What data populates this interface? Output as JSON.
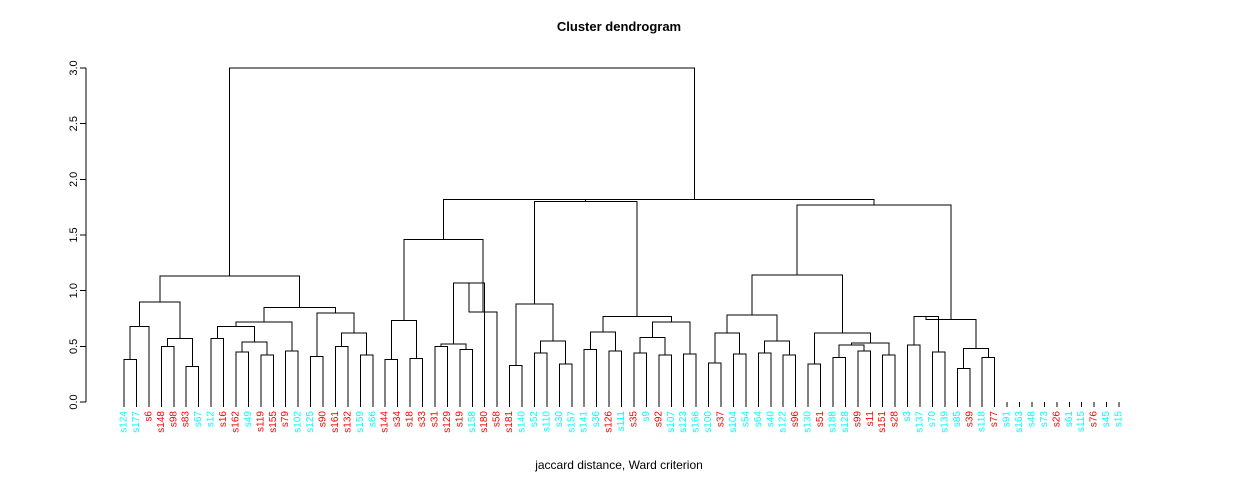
{
  "title": "Cluster dendrogram",
  "xlabel": "jaccard distance, Ward criterion",
  "colors": {
    "group_cyan": "#00FFFF",
    "group_red": "#FF0000",
    "lines": "#000000",
    "background": "#FFFFFF"
  },
  "chart_data": {
    "type": "dendrogram",
    "title": "Cluster dendrogram",
    "xlabel": "jaccard distance, Ward criterion",
    "ylabel": "",
    "ylim": [
      0.0,
      3.0
    ],
    "yticks": [
      "0.0",
      "0.5",
      "1.0",
      "1.5",
      "2.0",
      "2.5",
      "3.0"
    ],
    "ytick_values": [
      0.0,
      0.5,
      1.0,
      1.5,
      2.0,
      2.5,
      3.0
    ],
    "grid": false,
    "legend": "none",
    "linkage": "ward",
    "distance": "jaccard",
    "n_leaves": 81,
    "leaves": [
      {
        "label": "s124",
        "color": "#00FFFF"
      },
      {
        "label": "s177",
        "color": "#00FFFF"
      },
      {
        "label": "s6",
        "color": "#FF0000"
      },
      {
        "label": "s148",
        "color": "#FF0000"
      },
      {
        "label": "s98",
        "color": "#FF0000"
      },
      {
        "label": "s83",
        "color": "#FF0000"
      },
      {
        "label": "s67",
        "color": "#00FFFF"
      },
      {
        "label": "s12",
        "color": "#00FFFF"
      },
      {
        "label": "s16",
        "color": "#FF0000"
      },
      {
        "label": "s162",
        "color": "#FF0000"
      },
      {
        "label": "s49",
        "color": "#00FFFF"
      },
      {
        "label": "s119",
        "color": "#FF0000"
      },
      {
        "label": "s155",
        "color": "#FF0000"
      },
      {
        "label": "s79",
        "color": "#FF0000"
      },
      {
        "label": "s102",
        "color": "#00FFFF"
      },
      {
        "label": "s125",
        "color": "#00FFFF"
      },
      {
        "label": "s90",
        "color": "#FF0000"
      },
      {
        "label": "s161",
        "color": "#FF0000"
      },
      {
        "label": "s132",
        "color": "#FF0000"
      },
      {
        "label": "s159",
        "color": "#00FFFF"
      },
      {
        "label": "s66",
        "color": "#00FFFF"
      },
      {
        "label": "s144",
        "color": "#FF0000"
      },
      {
        "label": "s34",
        "color": "#FF0000"
      },
      {
        "label": "s18",
        "color": "#FF0000"
      },
      {
        "label": "s33",
        "color": "#FF0000"
      },
      {
        "label": "s31",
        "color": "#FF0000"
      },
      {
        "label": "s129",
        "color": "#FF0000"
      },
      {
        "label": "s19",
        "color": "#FF0000"
      },
      {
        "label": "s158",
        "color": "#00FFFF"
      },
      {
        "label": "s180",
        "color": "#FF0000"
      },
      {
        "label": "s58",
        "color": "#FF0000"
      },
      {
        "label": "s181",
        "color": "#FF0000"
      },
      {
        "label": "s140",
        "color": "#00FFFF"
      },
      {
        "label": "s52",
        "color": "#00FFFF"
      },
      {
        "label": "s110",
        "color": "#00FFFF"
      },
      {
        "label": "s30",
        "color": "#00FFFF"
      },
      {
        "label": "s157",
        "color": "#00FFFF"
      },
      {
        "label": "s141",
        "color": "#00FFFF"
      },
      {
        "label": "s36",
        "color": "#00FFFF"
      },
      {
        "label": "s126",
        "color": "#FF0000"
      },
      {
        "label": "s111",
        "color": "#00FFFF"
      },
      {
        "label": "s35",
        "color": "#FF0000"
      },
      {
        "label": "s9",
        "color": "#00FFFF"
      },
      {
        "label": "s92",
        "color": "#FF0000"
      },
      {
        "label": "s107",
        "color": "#00FFFF"
      },
      {
        "label": "s123",
        "color": "#00FFFF"
      },
      {
        "label": "s166",
        "color": "#00FFFF"
      },
      {
        "label": "s100",
        "color": "#00FFFF"
      },
      {
        "label": "s37",
        "color": "#FF0000"
      },
      {
        "label": "s104",
        "color": "#00FFFF"
      },
      {
        "label": "s54",
        "color": "#00FFFF"
      },
      {
        "label": "s64",
        "color": "#00FFFF"
      },
      {
        "label": "s40",
        "color": "#00FFFF"
      },
      {
        "label": "s122",
        "color": "#00FFFF"
      },
      {
        "label": "s96",
        "color": "#FF0000"
      },
      {
        "label": "s130",
        "color": "#00FFFF"
      },
      {
        "label": "s51",
        "color": "#FF0000"
      },
      {
        "label": "s188",
        "color": "#00FFFF"
      },
      {
        "label": "s128",
        "color": "#00FFFF"
      },
      {
        "label": "s99",
        "color": "#FF0000"
      },
      {
        "label": "s11",
        "color": "#FF0000"
      },
      {
        "label": "s151",
        "color": "#FF0000"
      },
      {
        "label": "s28",
        "color": "#FF0000"
      },
      {
        "label": "s3",
        "color": "#00FFFF"
      },
      {
        "label": "s137",
        "color": "#00FFFF"
      },
      {
        "label": "s70",
        "color": "#00FFFF"
      },
      {
        "label": "s139",
        "color": "#00FFFF"
      },
      {
        "label": "s85",
        "color": "#00FFFF"
      },
      {
        "label": "s39",
        "color": "#FF0000"
      },
      {
        "label": "s118",
        "color": "#00FFFF"
      },
      {
        "label": "s77",
        "color": "#FF0000"
      },
      {
        "label": "s91",
        "color": "#00FFFF"
      },
      {
        "label": "s163",
        "color": "#00FFFF"
      },
      {
        "label": "s48",
        "color": "#00FFFF"
      },
      {
        "label": "s73",
        "color": "#00FFFF"
      },
      {
        "label": "s26",
        "color": "#FF0000"
      },
      {
        "label": "s61",
        "color": "#00FFFF"
      },
      {
        "label": "s115",
        "color": "#00FFFF"
      },
      {
        "label": "s76",
        "color": "#FF0000"
      },
      {
        "label": "s45",
        "color": "#00FFFF"
      },
      {
        "label": "s15",
        "color": "#00FFFF"
      }
    ],
    "merges": [
      {
        "id": "m1",
        "left": {
          "leaf": 0
        },
        "right": {
          "leaf": 1
        },
        "height": 0.38
      },
      {
        "id": "m2",
        "left": {
          "node": "m1"
        },
        "right": {
          "leaf": 2
        },
        "height": 0.68
      },
      {
        "id": "m3",
        "left": {
          "leaf": 3
        },
        "right": {
          "leaf": 4
        },
        "height": 0.5
      },
      {
        "id": "m4",
        "left": {
          "leaf": 5
        },
        "right": {
          "leaf": 6
        },
        "height": 0.32
      },
      {
        "id": "m5",
        "left": {
          "node": "m3"
        },
        "right": {
          "node": "m4"
        },
        "height": 0.57
      },
      {
        "id": "m6",
        "left": {
          "node": "m2"
        },
        "right": {
          "node": "m5"
        },
        "height": 0.9
      },
      {
        "id": "m7",
        "left": {
          "leaf": 7
        },
        "right": {
          "leaf": 8
        },
        "height": 0.57
      },
      {
        "id": "m8",
        "left": {
          "leaf": 9
        },
        "right": {
          "leaf": 10
        },
        "height": 0.45
      },
      {
        "id": "m9",
        "left": {
          "leaf": 11
        },
        "right": {
          "leaf": 12
        },
        "height": 0.42
      },
      {
        "id": "m10",
        "left": {
          "node": "m8"
        },
        "right": {
          "node": "m9"
        },
        "height": 0.54
      },
      {
        "id": "m11",
        "left": {
          "node": "m7"
        },
        "right": {
          "node": "m10"
        },
        "height": 0.68
      },
      {
        "id": "m12",
        "left": {
          "leaf": 13
        },
        "right": {
          "leaf": 14
        },
        "height": 0.46
      },
      {
        "id": "m13",
        "left": {
          "node": "m11"
        },
        "right": {
          "node": "m12"
        },
        "height": 0.72
      },
      {
        "id": "m14",
        "left": {
          "leaf": 15
        },
        "right": {
          "leaf": 16
        },
        "height": 0.41
      },
      {
        "id": "m15",
        "left": {
          "leaf": 17
        },
        "right": {
          "leaf": 18
        },
        "height": 0.5
      },
      {
        "id": "m16",
        "left": {
          "leaf": 19
        },
        "right": {
          "leaf": 20
        },
        "height": 0.42
      },
      {
        "id": "m17",
        "left": {
          "node": "m15"
        },
        "right": {
          "node": "m16"
        },
        "height": 0.62
      },
      {
        "id": "m18",
        "left": {
          "node": "m14"
        },
        "right": {
          "node": "m17"
        },
        "height": 0.8
      },
      {
        "id": "m19",
        "left": {
          "node": "m13"
        },
        "right": {
          "node": "m18"
        },
        "height": 0.85
      },
      {
        "id": "m20",
        "left": {
          "node": "m6"
        },
        "right": {
          "node": "m19"
        },
        "height": 1.13
      },
      {
        "id": "m21",
        "left": {
          "leaf": 21
        },
        "right": {
          "leaf": 22
        },
        "height": 0.38
      },
      {
        "id": "m22",
        "left": {
          "leaf": 23
        },
        "right": {
          "leaf": 24
        },
        "height": 0.39
      },
      {
        "id": "m23",
        "left": {
          "node": "m21"
        },
        "right": {
          "node": "m22"
        },
        "height": 0.73
      },
      {
        "id": "m24",
        "left": {
          "leaf": 25
        },
        "right": {
          "leaf": 26
        },
        "height": 0.5
      },
      {
        "id": "m25",
        "left": {
          "leaf": 27
        },
        "right": {
          "leaf": 28
        },
        "height": 0.47
      },
      {
        "id": "m26",
        "left": {
          "node": "m24"
        },
        "right": {
          "node": "m25"
        },
        "height": 0.52
      },
      {
        "id": "m27",
        "left": {
          "node": "m26"
        },
        "right": {
          "leaf": 29
        },
        "height": 1.07
      },
      {
        "id": "m28",
        "left": {
          "node": "m27"
        },
        "right": {
          "leaf": 30
        },
        "height": 0.81
      },
      {
        "id": "m29",
        "left": {
          "node": "m23"
        },
        "right": {
          "node": "m28"
        },
        "height": 1.46
      },
      {
        "id": "m30",
        "left": {
          "leaf": 31
        },
        "right": {
          "leaf": 32
        },
        "height": 0.33
      },
      {
        "id": "m31",
        "left": {
          "leaf": 33
        },
        "right": {
          "leaf": 34
        },
        "height": 0.44
      },
      {
        "id": "m32",
        "left": {
          "leaf": 35
        },
        "right": {
          "leaf": 36
        },
        "height": 0.34
      },
      {
        "id": "m33",
        "left": {
          "node": "m31"
        },
        "right": {
          "node": "m32"
        },
        "height": 0.55
      },
      {
        "id": "m34",
        "left": {
          "node": "m30"
        },
        "right": {
          "node": "m33"
        },
        "height": 0.88
      },
      {
        "id": "m35",
        "left": {
          "leaf": 37
        },
        "right": {
          "leaf": 38
        },
        "height": 0.47
      },
      {
        "id": "m36",
        "left": {
          "leaf": 39
        },
        "right": {
          "leaf": 40
        },
        "height": 0.46
      },
      {
        "id": "m37",
        "left": {
          "node": "m35"
        },
        "right": {
          "node": "m36"
        },
        "height": 0.63
      },
      {
        "id": "m38",
        "left": {
          "leaf": 41
        },
        "right": {
          "leaf": 42
        },
        "height": 0.44
      },
      {
        "id": "m39",
        "left": {
          "leaf": 43
        },
        "right": {
          "leaf": 44
        },
        "height": 0.42
      },
      {
        "id": "m40",
        "left": {
          "node": "m38"
        },
        "right": {
          "node": "m39"
        },
        "height": 0.58
      },
      {
        "id": "m41",
        "left": {
          "leaf": 45
        },
        "right": {
          "leaf": 46
        },
        "height": 0.43
      },
      {
        "id": "m42",
        "left": {
          "node": "m40"
        },
        "right": {
          "node": "m41"
        },
        "height": 0.72
      },
      {
        "id": "m43",
        "left": {
          "node": "m37"
        },
        "right": {
          "node": "m42"
        },
        "height": 0.77
      },
      {
        "id": "m44",
        "left": {
          "node": "m34"
        },
        "right": {
          "node": "m43"
        },
        "height": 1.8
      },
      {
        "id": "m45",
        "left": {
          "node": "m29"
        },
        "right": {
          "node": "m44"
        },
        "height": 1.82
      },
      {
        "id": "m46",
        "left": {
          "leaf": 47
        },
        "right": {
          "leaf": 48
        },
        "height": 0.35
      },
      {
        "id": "m47",
        "left": {
          "leaf": 49
        },
        "right": {
          "leaf": 50
        },
        "height": 0.43
      },
      {
        "id": "m48",
        "left": {
          "node": "m46"
        },
        "right": {
          "node": "m47"
        },
        "height": 0.62
      },
      {
        "id": "m49",
        "left": {
          "leaf": 51
        },
        "right": {
          "leaf": 52
        },
        "height": 0.44
      },
      {
        "id": "m50",
        "left": {
          "leaf": 53
        },
        "right": {
          "leaf": 54
        },
        "height": 0.42
      },
      {
        "id": "m51",
        "left": {
          "node": "m49"
        },
        "right": {
          "node": "m50"
        },
        "height": 0.55
      },
      {
        "id": "m52",
        "left": {
          "node": "m48"
        },
        "right": {
          "node": "m51"
        },
        "height": 0.78
      },
      {
        "id": "m53",
        "left": {
          "leaf": 55
        },
        "right": {
          "leaf": 56
        },
        "height": 0.34
      },
      {
        "id": "m54",
        "left": {
          "leaf": 57
        },
        "right": {
          "leaf": 58
        },
        "height": 0.4
      },
      {
        "id": "m55",
        "left": {
          "leaf": 59
        },
        "right": {
          "leaf": 60
        },
        "height": 0.46
      },
      {
        "id": "m56",
        "left": {
          "node": "m54"
        },
        "right": {
          "node": "m55"
        },
        "height": 0.51
      },
      {
        "id": "m57",
        "left": {
          "leaf": 61
        },
        "right": {
          "leaf": 62
        },
        "height": 0.42
      },
      {
        "id": "m58",
        "left": {
          "node": "m56"
        },
        "right": {
          "node": "m57"
        },
        "height": 0.53
      },
      {
        "id": "m59",
        "left": {
          "node": "m53"
        },
        "right": {
          "node": "m58"
        },
        "height": 0.62
      },
      {
        "id": "m60",
        "left": {
          "node": "m52"
        },
        "right": {
          "node": "m59"
        },
        "height": 1.14
      },
      {
        "id": "m61",
        "left": {
          "leaf": 63
        },
        "right": {
          "leaf": 64
        },
        "height": 0.51
      },
      {
        "id": "m62",
        "left": {
          "leaf": 65
        },
        "right": {
          "leaf": 66
        },
        "height": 0.45
      },
      {
        "id": "m63",
        "left": {
          "node": "m61"
        },
        "right": {
          "node": "m62"
        },
        "height": 0.77
      },
      {
        "id": "m64",
        "left": {
          "leaf": 67
        },
        "right": {
          "leaf": 68
        },
        "height": 0.3
      },
      {
        "id": "m65",
        "left": {
          "leaf": 69
        },
        "right": {
          "leaf": 70
        },
        "height": 0.4
      },
      {
        "id": "m66",
        "left": {
          "node": "m64"
        },
        "right": {
          "node": "m65"
        },
        "height": 0.48
      },
      {
        "id": "m67",
        "left": {
          "node": "m63"
        },
        "right": {
          "node": "m66"
        },
        "height": 0.74
      },
      {
        "id": "m68",
        "left": {
          "node": "m60"
        },
        "right": {
          "node": "m67"
        },
        "height": 1.77
      },
      {
        "id": "m69",
        "left": {
          "node": "m45"
        },
        "right": {
          "node": "m68"
        },
        "height": 1.82
      },
      {
        "id": "m70",
        "left": {
          "node": "m20"
        },
        "right": {
          "node": "m69"
        },
        "height": 3.0
      }
    ]
  }
}
